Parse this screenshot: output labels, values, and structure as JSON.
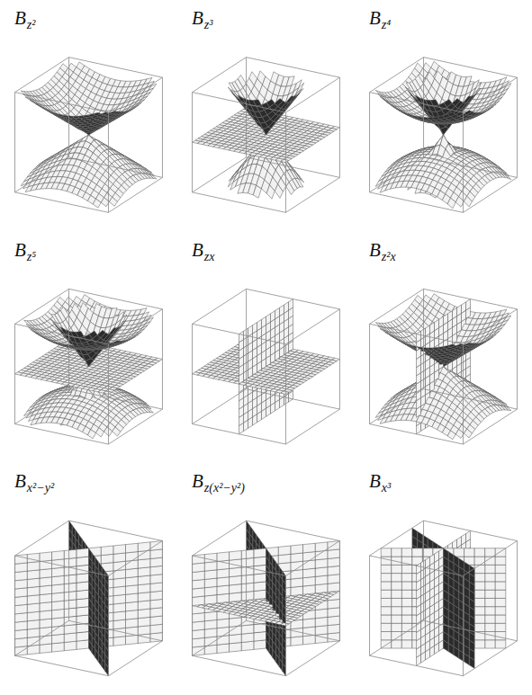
{
  "diagram": {
    "labels": [
      "B",
      "z²",
      "B",
      "z³",
      "B",
      "z⁴",
      "B",
      "z⁵",
      "B",
      "zx",
      "B",
      "z²x",
      "B",
      "x²−y²",
      "B",
      "z(x²−y²)",
      "B",
      "x³"
    ]
  }
}
